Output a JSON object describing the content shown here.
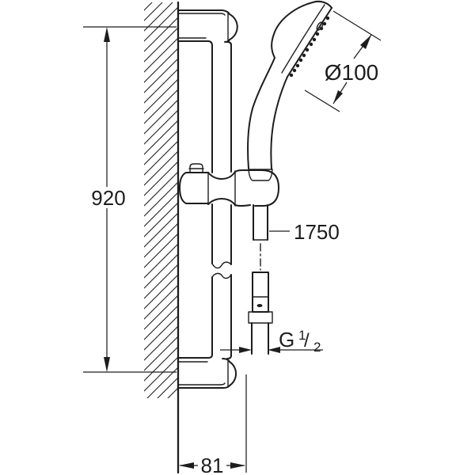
{
  "drawing": {
    "type": "technical-dimension-drawing",
    "subject": "wall-mounted shower rail set with hand shower and hose",
    "colors": {
      "line": "#1d1d1d",
      "background": "#ffffff"
    },
    "dimensions": {
      "rail_height": "920",
      "head_diameter": "Ø100",
      "hose_length": "1750",
      "bracket_depth": "81",
      "thread": {
        "letter": "G",
        "numerator": "1",
        "slash": "/",
        "denominator": "2"
      }
    }
  }
}
